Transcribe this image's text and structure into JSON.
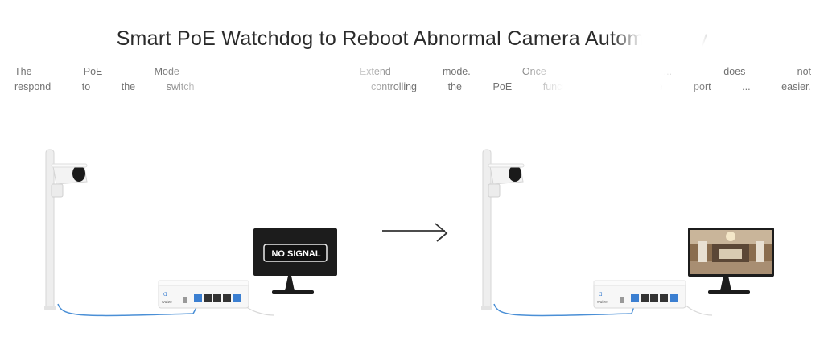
{
  "header": {
    "title": "Smart PoE Watchdog to Reboot Abnormal Camera Automatically"
  },
  "description": {
    "line1": "The PoE Mode ... and Extend mode. Once the ... does not",
    "line2": "respond to the switch ... camera by controlling the PoE function of the port ... easier."
  },
  "monitor_left": {
    "screen_text": "NO SIGNAL"
  },
  "switch": {
    "brand": "wuize"
  },
  "colors": {
    "cable": "#4a8fd6",
    "port_blue": "#3b7fd1",
    "monitor_dark": "#1c1c1c"
  },
  "icons": {
    "arrow": "right-arrow-icon"
  }
}
